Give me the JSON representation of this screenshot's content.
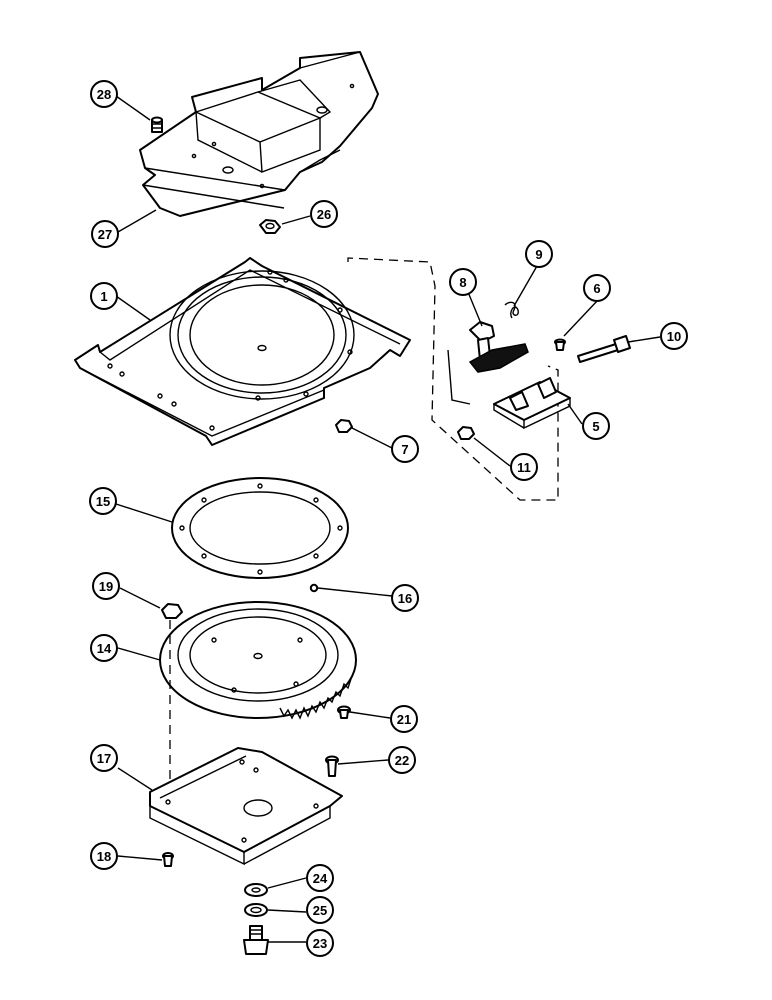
{
  "callouts": [
    {
      "id": "c28",
      "number": "28"
    },
    {
      "id": "c27",
      "number": "27"
    },
    {
      "id": "c26",
      "number": "26"
    },
    {
      "id": "c1",
      "number": "1"
    },
    {
      "id": "c7",
      "number": "7"
    },
    {
      "id": "c8",
      "number": "8"
    },
    {
      "id": "c9",
      "number": "9"
    },
    {
      "id": "c6",
      "number": "6"
    },
    {
      "id": "c10",
      "number": "10"
    },
    {
      "id": "c5",
      "number": "5"
    },
    {
      "id": "c11",
      "number": "11"
    },
    {
      "id": "c15",
      "number": "15"
    },
    {
      "id": "c16",
      "number": "16"
    },
    {
      "id": "c19",
      "number": "19"
    },
    {
      "id": "c14",
      "number": "14"
    },
    {
      "id": "c21",
      "number": "21"
    },
    {
      "id": "c22",
      "number": "22"
    },
    {
      "id": "c17",
      "number": "17"
    },
    {
      "id": "c18",
      "number": "18"
    },
    {
      "id": "c24",
      "number": "24"
    },
    {
      "id": "c25",
      "number": "25"
    },
    {
      "id": "c23",
      "number": "23"
    }
  ]
}
